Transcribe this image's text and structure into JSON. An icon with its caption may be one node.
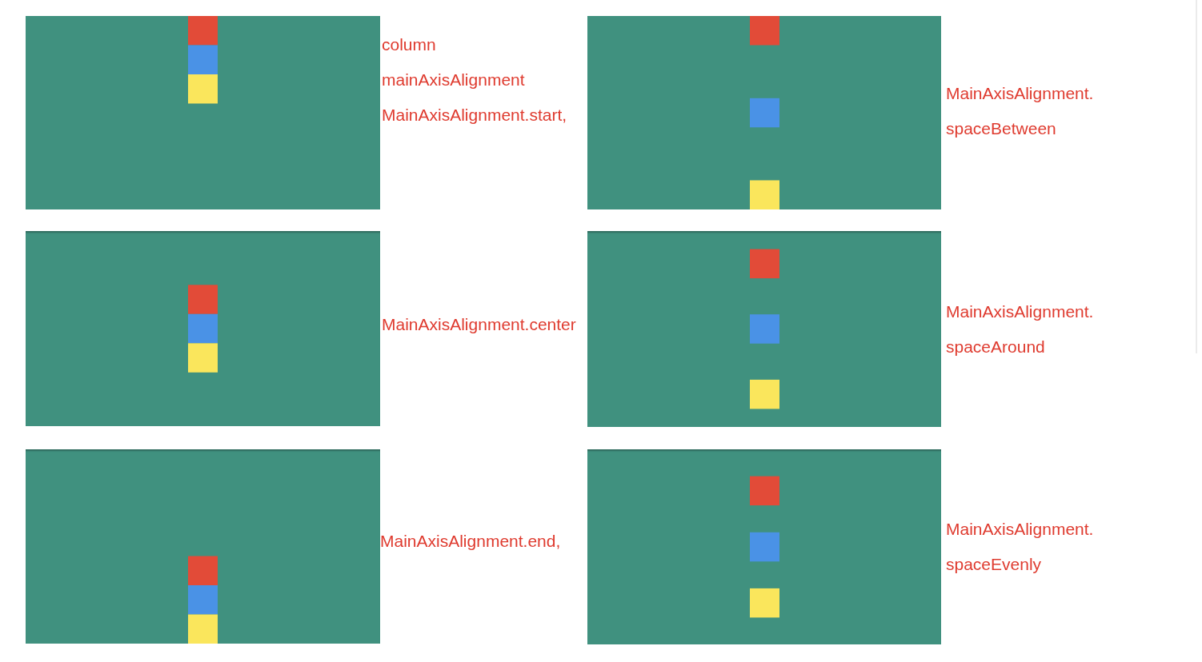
{
  "diagram": {
    "nodes": [
      {
        "text": [],
        "shape": "box",
        "beside": [
          "column mainAxisAlignment MainAxisAlignment.start,"
        ]
      },
      {
        "text": [],
        "shape": "box",
        "beside": [
          "MainAxisAlignment. spaceBetween"
        ]
      },
      {
        "text": [],
        "shape": "box",
        "beside": [
          "MainAxisAlignment.center"
        ]
      },
      {
        "text": [],
        "shape": "box",
        "beside": [
          "MainAxisAlignment. spaceAround"
        ]
      },
      {
        "text": [],
        "shape": "box",
        "beside": [
          "MainAxisAlignment.end,"
        ]
      },
      {
        "text": [],
        "shape": "box",
        "beside": [
          "MainAxisAlignment. spaceEvenly"
        ]
      }
    ]
  }
}
